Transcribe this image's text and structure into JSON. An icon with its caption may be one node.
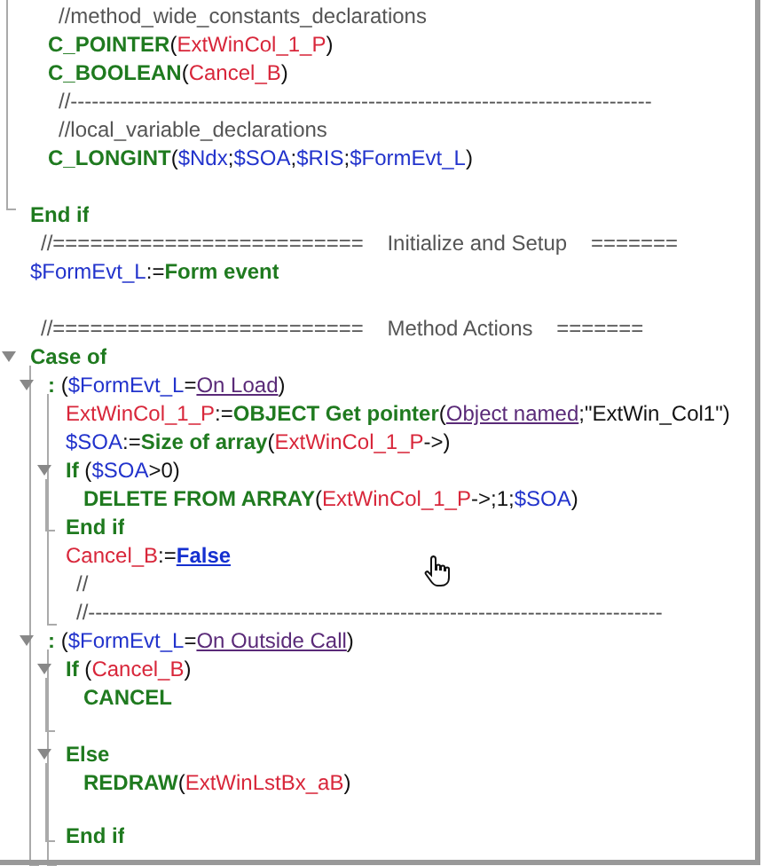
{
  "diagram": {
    "labels": [
      "//method_wide_constants_declarations",
      "**C_POINTER**(ExtWinCol_1_P)",
      "**C_BOOLEAN**(Cancel_B)",
      "//----------------------------------------------------------------------------------",
      "//local_variable_declarations",
      "**C_LONGINT**($Ndx;$SOA;$RIS;$FormEvt_L)",
      "**End if**",
      "//=========================    Initialize and Setup    =======",
      "$FormEvt_L:=**Form event**",
      "//=========================    Method Actions    =======",
      "**Case of**",
      "**:** ($FormEvt_L=On Load)",
      "ExtWinCol_1_P:=**OBJECT Get pointer**(Object named;\"ExtWin_Col1\")",
      "$SOA:=**Size of array**(ExtWinCol_1_P->)",
      "**If** ($SOA>0)",
      "**DELETE FROM ARRAY**(ExtWinCol_1_P->;1;$SOA)",
      "**End if**",
      "Cancel_B:=False",
      "//",
      "//---------------------------------------------------------------------------------",
      "**:** ($FormEvt_L=On Outside Call)",
      "**If** (Cancel_B)",
      "**CANCEL**",
      "**Else**",
      "**REDRAW**(ExtWinLstBx_aB)",
      "**End if**"
    ]
  }
}
